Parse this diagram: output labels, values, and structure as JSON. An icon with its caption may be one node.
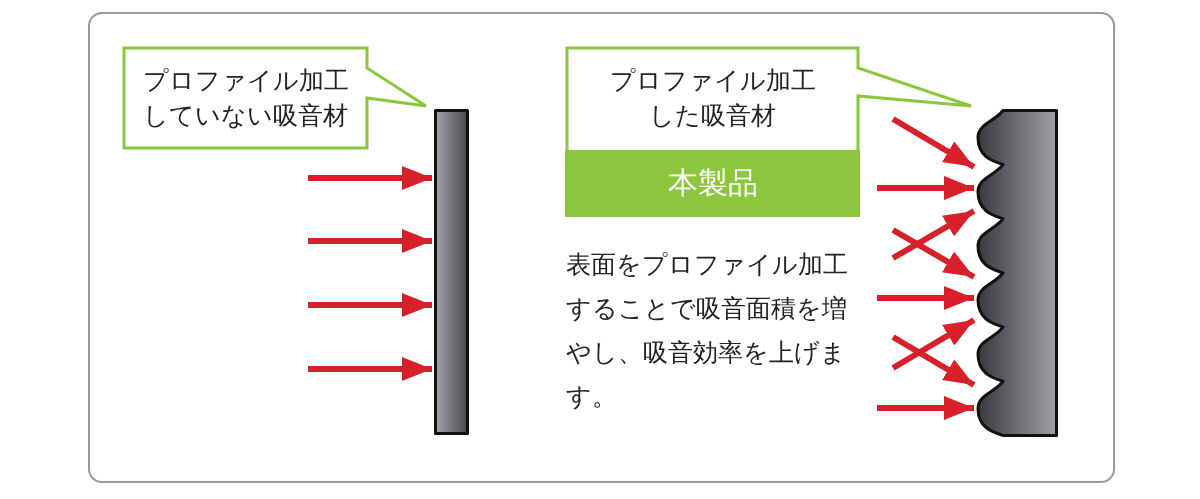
{
  "diagram": {
    "nodes": [
      {
        "text": [
          "プロファイル加工していない吸音材"
        ]
      },
      {
        "text": [],
        "shape": "bar"
      },
      {
        "text": [
          "プロファイル加工した吸音材"
        ]
      },
      {
        "text": [
          "本製品"
        ],
        "in": 2
      },
      {
        "text": [],
        "shape": "bar"
      }
    ],
    "edges": [
      {
        "from": null,
        "to": 1,
        "arrow": "to"
      },
      {
        "from": null,
        "to": 1,
        "arrow": "to"
      },
      {
        "from": null,
        "to": 1,
        "arrow": "to"
      },
      {
        "from": null,
        "to": 1,
        "arrow": "to"
      },
      {
        "from": null,
        "to": 4,
        "arrow": "to"
      },
      {
        "from": null,
        "to": 4,
        "arrow": "to"
      },
      {
        "from": null,
        "to": 4,
        "arrow": "to"
      },
      {
        "from": null,
        "to": 4,
        "arrow": "to"
      },
      {
        "from": null,
        "to": 4,
        "arrow": "to"
      },
      {
        "from": null,
        "to": 4,
        "arrow": "to"
      },
      {
        "from": null,
        "to": 4,
        "arrow": "to"
      },
      {
        "from": null,
        "to": 4,
        "arrow": "to"
      }
    ],
    "labels": [
      "表面をプロファイル加工することで吸音面積を増やし、吸音効率を上げます。"
    ]
  }
}
